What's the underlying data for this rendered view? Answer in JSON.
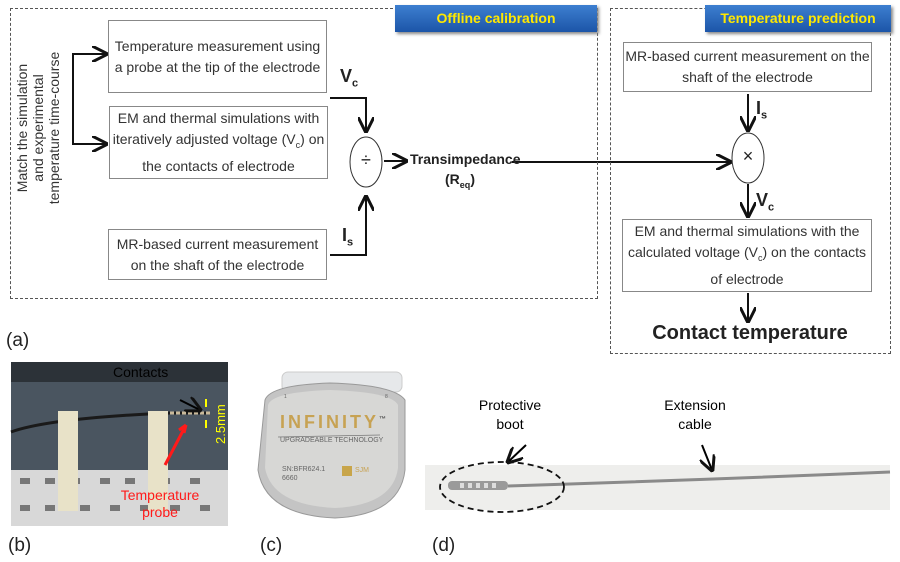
{
  "offline": {
    "badge": "Offline calibration",
    "side_label": [
      "Match the simulation",
      "and experimental",
      "temperature time-course"
    ],
    "box_probe": "Temperature measurement using a probe at the tip of the electrode",
    "box_sim": "EM and thermal simulations with iteratively adjusted voltage",
    "box_sim_tail": "on the contacts of electrode",
    "box_mr": "MR-based current measurement on the shaft of the electrode",
    "vc": "V",
    "vc_sub": "c",
    "is": "I",
    "is_sub": "s",
    "divide": "÷",
    "transimpedance": "Transimpedance",
    "req": "R",
    "req_sub": "eq"
  },
  "prediction": {
    "badge": "Temperature prediction",
    "box_mr": "MR-based current measurement on the shaft of the electrode",
    "is": "I",
    "is_sub": "s",
    "multiply": "×",
    "vc": "V",
    "vc_sub": "c",
    "box_sim": "EM and thermal simulations with the calculated voltage",
    "box_sim_tail": "on the contacts of electrode",
    "result": "Contact temperature"
  },
  "panels": {
    "a": "(a)",
    "b": "(b)",
    "c": "(c)",
    "d": "(d)",
    "b_contacts": "Contacts",
    "b_size": "2.5mm",
    "b_probe": [
      "Temperature",
      "probe"
    ],
    "c_brand": "INFINITY",
    "c_tm": "™",
    "c_sub": "UPGRADEABLE TECHNOLOGY",
    "c_sn": "SN:BFR624.1",
    "c_model": "6660",
    "c_maker": "SJM",
    "c_num1": "1",
    "c_num8": "8",
    "d_boot": [
      "Protective",
      "boot"
    ],
    "d_cable": [
      "Extension",
      "cable"
    ]
  },
  "colors": {
    "badge_bg": "#1c55a8",
    "badge_text": "#ffe800",
    "probe_label": "#ff1a1a",
    "size_label": "#ffff00"
  }
}
